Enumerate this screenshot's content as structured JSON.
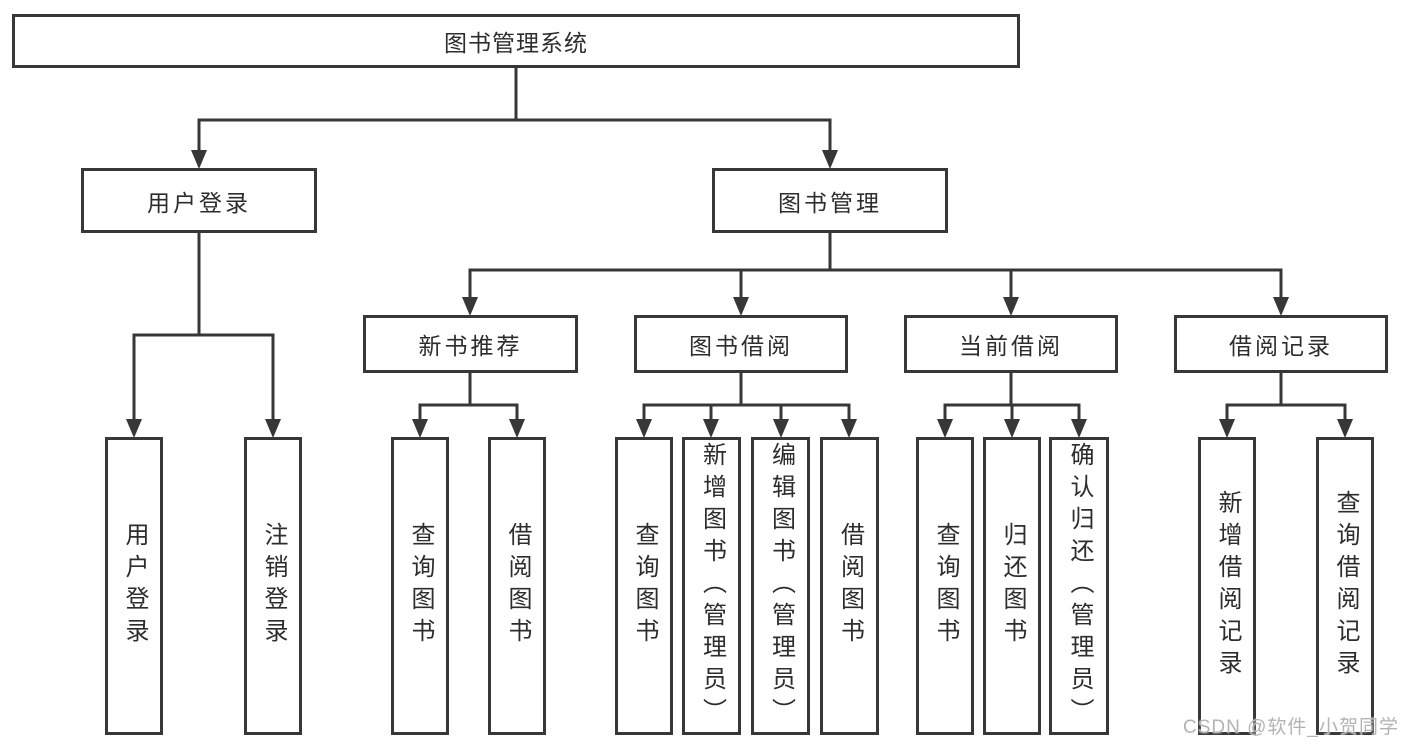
{
  "tree": {
    "root": {
      "label": "图书管理系统",
      "children": [
        {
          "label": "用户登录",
          "children": [
            {
              "label": "用户登录"
            },
            {
              "label": "注销登录"
            }
          ]
        },
        {
          "label": "图书管理",
          "children": [
            {
              "label": "新书推荐",
              "children": [
                {
                  "label": "查询图书"
                },
                {
                  "label": "借阅图书"
                }
              ]
            },
            {
              "label": "图书借阅",
              "children": [
                {
                  "label": "查询图书"
                },
                {
                  "label": "新增图书（管理员）"
                },
                {
                  "label": "编辑图书（管理员）"
                },
                {
                  "label": "借阅图书"
                }
              ]
            },
            {
              "label": "当前借阅",
              "children": [
                {
                  "label": "查询图书"
                },
                {
                  "label": "归还图书"
                },
                {
                  "label": "确认归还（管理员）"
                }
              ]
            },
            {
              "label": "借阅记录",
              "children": [
                {
                  "label": "新增借阅记录"
                },
                {
                  "label": "查询借阅记录"
                }
              ]
            }
          ]
        }
      ]
    }
  },
  "watermark": "CSDN @软件_小贺同学",
  "colors": {
    "line": "#373737",
    "text": "#2d2d2d",
    "watermark": "#b3b3b3"
  }
}
